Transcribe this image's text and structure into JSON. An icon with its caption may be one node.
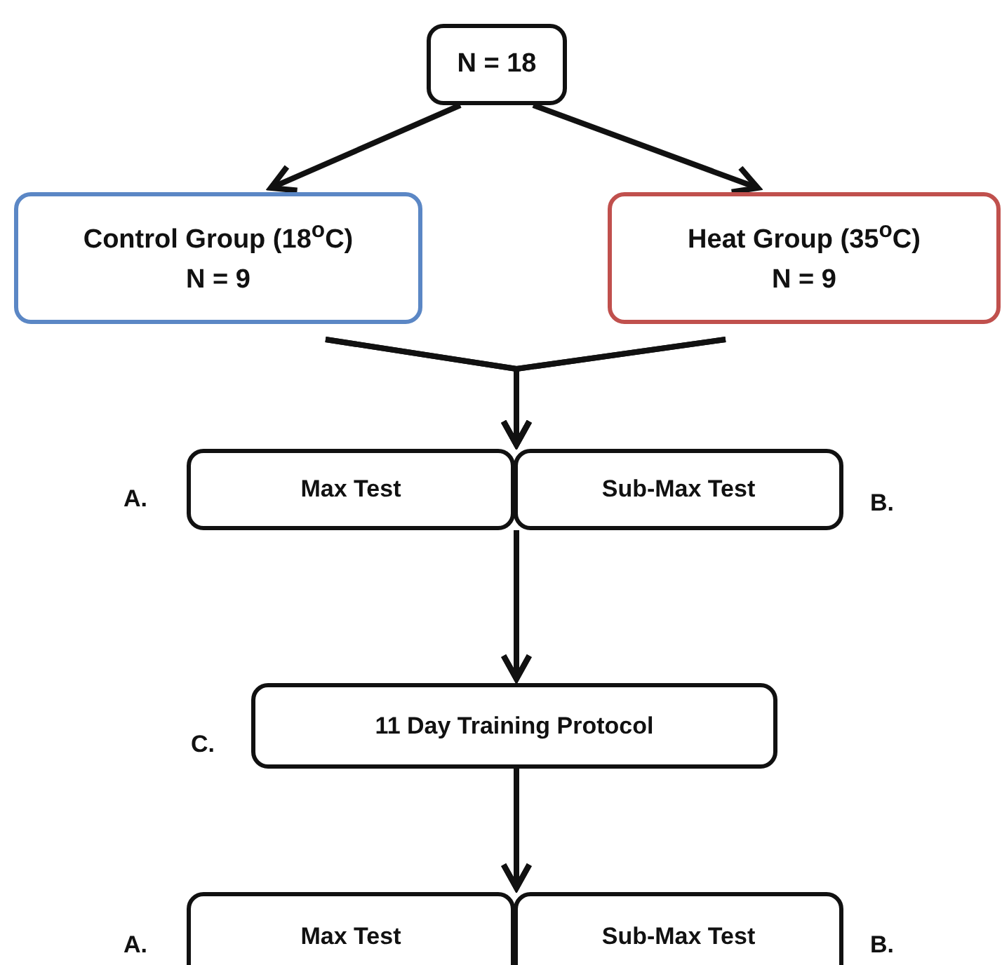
{
  "diagram": {
    "nodes": [
      {
        "text": [
          "N = 18"
        ]
      },
      {
        "text": [
          "Control Group (18$^{o}$C)",
          "N = 9"
        ]
      },
      {
        "text": [
          "Heat Group (35$^{o}$C)",
          "N = 9"
        ]
      },
      {
        "text": [
          "Max Test"
        ],
        "beside": [
          "A."
        ]
      },
      {
        "text": [
          "Sub-Max Test"
        ],
        "beside": [
          "B."
        ]
      },
      {
        "text": [
          "11 Day Training Protocol"
        ],
        "beside": [
          "C."
        ]
      },
      {
        "text": [
          "Max Test"
        ],
        "beside": [
          "A."
        ]
      },
      {
        "text": [
          "Sub-Max Test"
        ],
        "beside": [
          "B."
        ]
      }
    ],
    "edges": [
      {
        "from": 0,
        "to": 1,
        "arrow": "to"
      },
      {
        "from": 0,
        "to": 2,
        "arrow": "to"
      },
      {
        "from": 1,
        "to": 3,
        "arrow": "to"
      },
      {
        "from": 1,
        "to": 4,
        "arrow": "to"
      },
      {
        "from": 2,
        "to": 3,
        "arrow": "to"
      },
      {
        "from": 2,
        "to": 4,
        "arrow": "to"
      },
      {
        "from": 3,
        "to": 5,
        "arrow": "to"
      },
      {
        "from": 4,
        "to": 5,
        "arrow": "to"
      },
      {
        "from": 5,
        "to": 6,
        "arrow": "to"
      },
      {
        "from": 5,
        "to": 7,
        "arrow": "to"
      }
    ]
  }
}
